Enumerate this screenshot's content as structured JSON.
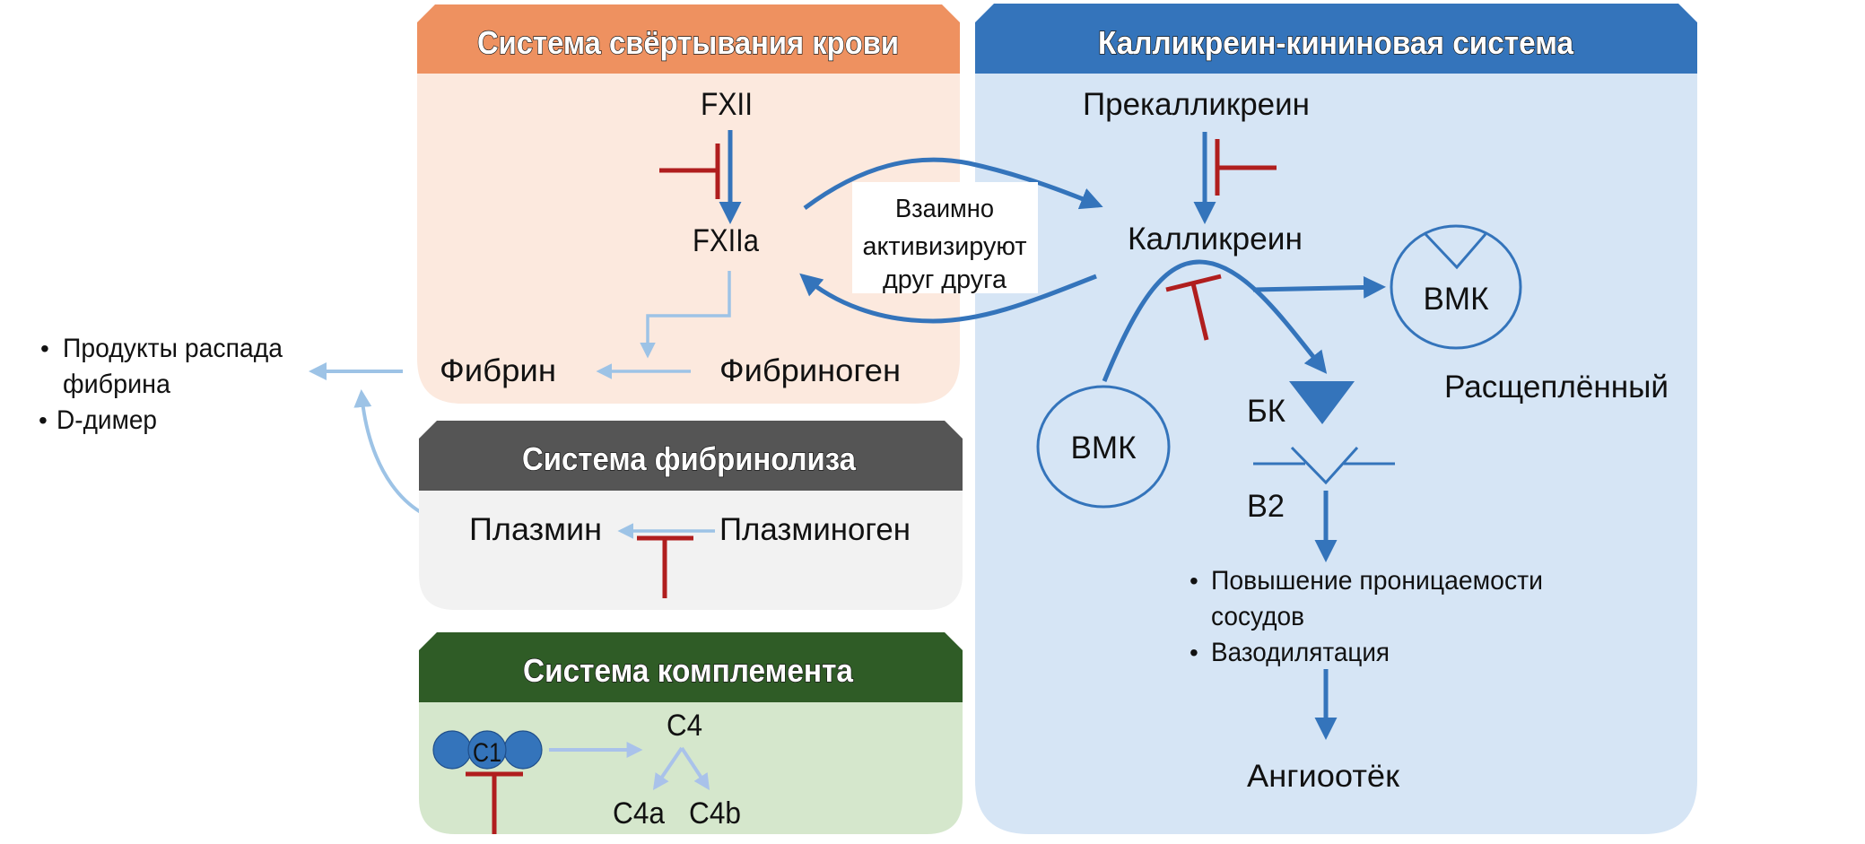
{
  "colors": {
    "coagulation_header": "#ee9160",
    "coagulation_body": "#fce9de",
    "kallikrein_header": "#3474bb",
    "kallikrein_body": "#d6e5f5",
    "fibrinolysis_header": "#555555",
    "fibrinolysis_body": "#f2f2f2",
    "complement_header": "#2f5c26",
    "complement_body": "#d5e7cc",
    "arrow_dark_blue": "#3474bb",
    "arrow_light_blue": "#9dc3e6",
    "inhibitor_red": "#b01e1e"
  },
  "coagulation": {
    "title": "Система свёртывания крови",
    "fxii": "FXII",
    "fxiia": "FXIIa",
    "fibrin": "Фибрин",
    "fibrinogen": "Фибриноген"
  },
  "mutual_activation": {
    "lines": [
      "Взаимно",
      "активизируют",
      "друг друга"
    ]
  },
  "kallikrein": {
    "title": "Калликреин-кининовая система",
    "prekallikrein": "Прекалликреин",
    "kallikrein": "Калликреин",
    "hmwk_left": "ВМК",
    "hmwk_right": "ВМК",
    "cleaved": "Расщеплённый",
    "bk": "БК",
    "b2": "B2",
    "effects": {
      "bullet": "•",
      "items": [
        "Повышение проницаемости",
        "сосудов",
        "Вазодилятация"
      ]
    },
    "outcome": "Ангиоотёк"
  },
  "fibrin_products": {
    "bullet": "•",
    "items": [
      "Продукты распада",
      "фибрина",
      "D-димер"
    ]
  },
  "fibrinolysis": {
    "title": "Система фибринолиза",
    "plasmin": "Плазмин",
    "plasminogen": "Плазминоген"
  },
  "complement": {
    "title": "Система комплемента",
    "c1": "C1",
    "c4": "C4",
    "c4a": "C4a",
    "c4b": "C4b"
  }
}
